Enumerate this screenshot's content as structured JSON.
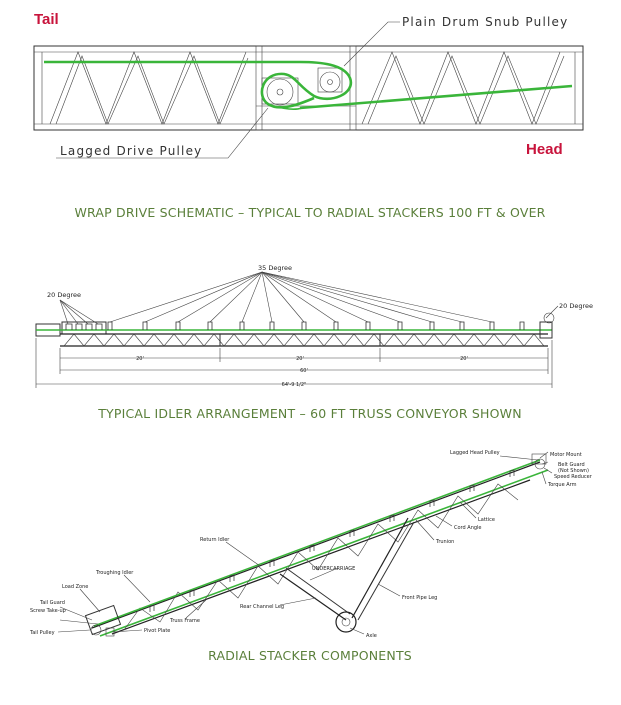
{
  "wrap_drive": {
    "tail_label": "Tail",
    "head_label": "Head",
    "snub_pulley_label": "Plain Drum Snub Pulley",
    "drive_pulley_label": "Lagged Drive Pulley",
    "caption": "WRAP DRIVE SCHEMATIC – TYPICAL TO RADIAL STACKERS 100 FT & OVER"
  },
  "idler_arrangement": {
    "center_angle_label": "35 Degree",
    "left_angle_label": "20 Degree",
    "right_angle_label": "20 Degree",
    "dim_left": "20'",
    "dim_center": "20'",
    "dim_right": "20'",
    "dim_overall": "60'",
    "dim_total": "64'-9 1/2\"",
    "caption": "TYPICAL IDLER ARRANGEMENT – 60 FT TRUSS CONVEYOR SHOWN"
  },
  "stacker_components": {
    "labels": {
      "lagged_head_pulley": "Lagged Head Pulley",
      "motor_mount": "Motor Mount",
      "belt_guard": "Belt Guard",
      "belt_guard_note": "(Not Shown)",
      "speed_reducer": "Speed Reducer",
      "torque_arm": "Torque Arm",
      "lattice": "Lattice",
      "cord_angle": "Cord Angle",
      "trunion": "Trunion",
      "return_idler": "Return Idler",
      "undercarriage": "UNDERCARRIAGE",
      "front_pipe_leg": "Front Pipe Leg",
      "troughing_idler": "Troughing Idler",
      "load_zone": "Load Zone",
      "tail_guard": "Tail Guard",
      "screw_take_up": "Screw Take-up",
      "tail_pulley": "Tail Pulley",
      "pivot_plate": "Pivot Plate",
      "truss_frame": "Truss Frame",
      "rear_channel_leg": "Rear Channel Leg",
      "axle": "Axle"
    },
    "caption": "RADIAL STACKER COMPONENTS"
  },
  "colors": {
    "belt": "#3ab53a",
    "label_red": "#c8143c",
    "caption_green": "#5a7f3a"
  }
}
